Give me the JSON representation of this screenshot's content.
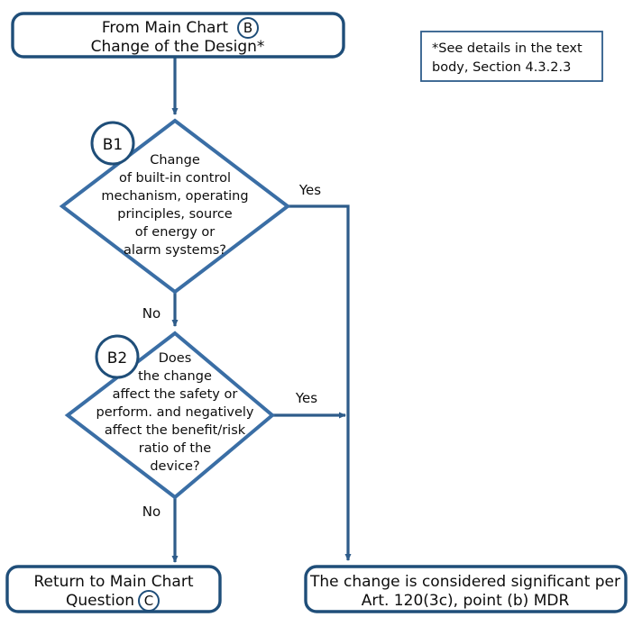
{
  "colors": {
    "box_border": "#1F4E79",
    "diamond_border": "#3A6EA5",
    "connector": "#2E5C8A",
    "note_border": "#2E5C8A",
    "badge_border": "#1F4E79",
    "text": "#0D0D0D",
    "background": "#FFFFFF"
  },
  "nodes": {
    "start": {
      "line1_pre": "From Main Chart",
      "line1_badge": "B",
      "line2": "Change of the Design*"
    },
    "decision_b1": {
      "badge": "B1",
      "lines": [
        "Change",
        "of built-in control",
        "mechanism, operating",
        "principles, source",
        "of energy or",
        "alarm systems?"
      ]
    },
    "decision_b2": {
      "badge": "B2",
      "lines": [
        "Does",
        "the change",
        "affect the safety or",
        "perform. and negatively",
        "affect the benefit/risk",
        "ratio of the",
        "device?"
      ]
    },
    "return_box": {
      "line1": "Return to Main Chart",
      "line2_pre": "Question",
      "line2_badge": "C"
    },
    "significant_box": {
      "line1": "The change is considered significant per",
      "line2": "Art. 120(3c), point (b) MDR"
    },
    "note": {
      "line1": "*See details in the text",
      "line2": "body, Section 4.3.2.3"
    }
  },
  "edges": {
    "b1_yes": "Yes",
    "b1_no": "No",
    "b2_yes": "Yes",
    "b2_no": "No"
  }
}
